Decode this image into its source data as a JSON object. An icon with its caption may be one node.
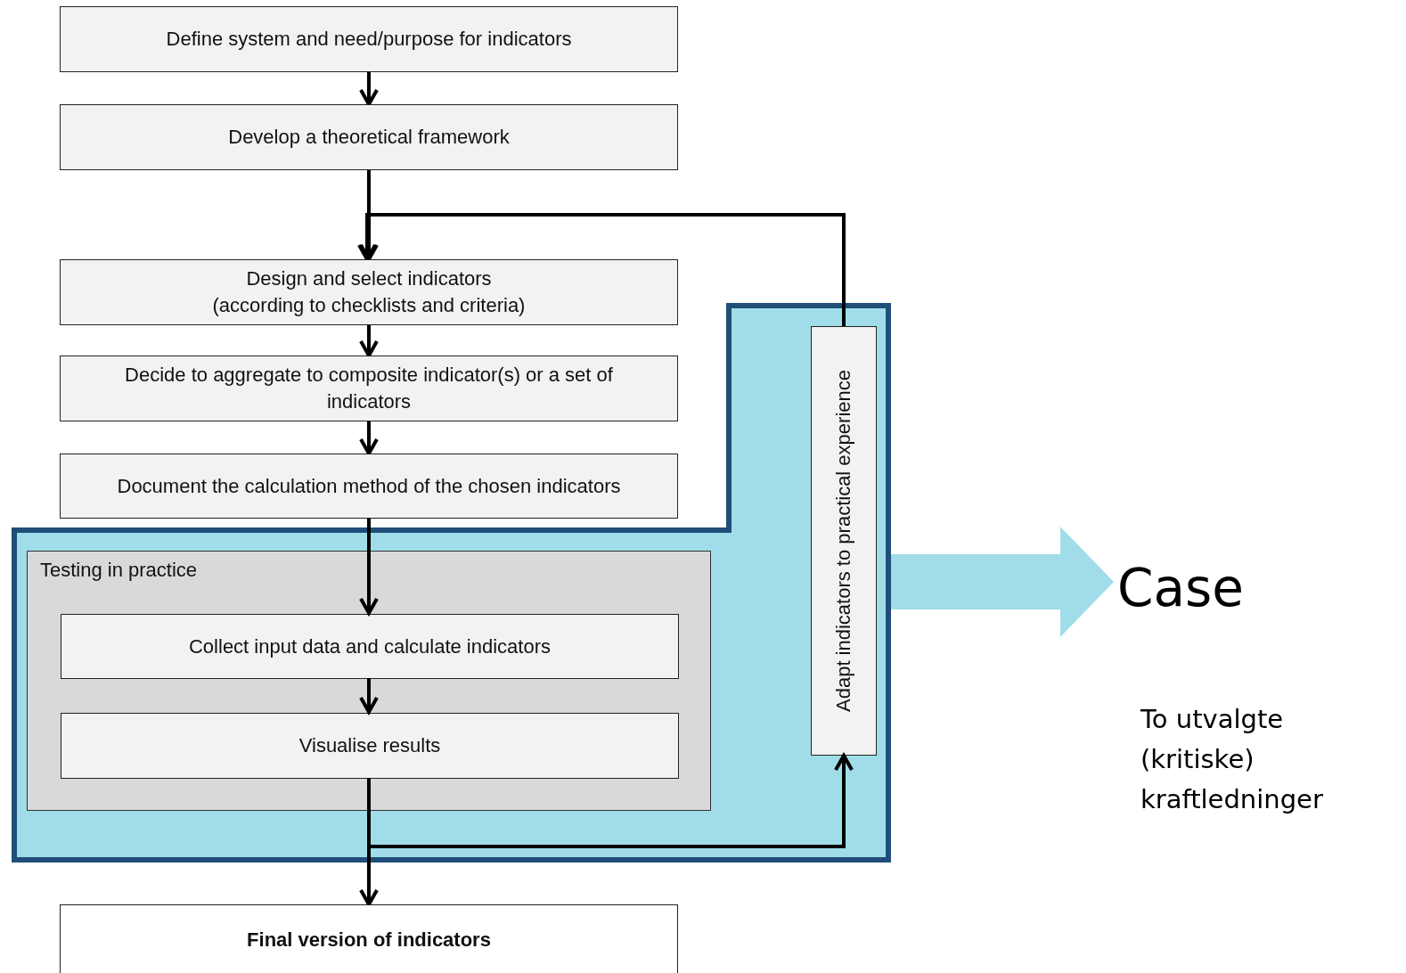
{
  "diagram": {
    "nodes": [
      {
        "text": [
          "Define system and need/purpose for indicators"
        ]
      },
      {
        "text": [
          "Develop a theoretical framework"
        ]
      },
      {
        "text": [
          "Design and select indicators (according to checklists and criteria)"
        ]
      },
      {
        "text": [
          "Decide to aggregate to composite indicator(s) or a set of indicators"
        ]
      },
      {
        "text": [
          "Document the calculation method of the chosen indicators"
        ]
      },
      {
        "text": [],
        "shape": "band"
      },
      {
        "text": [
          "Testing in practice"
        ],
        "in": 5
      },
      {
        "text": [
          "Collect input data and calculate indicators"
        ],
        "in": 6
      },
      {
        "text": [
          "Visualise results"
        ],
        "in": 6
      },
      {
        "text": [
          "Adapt indicators to practical experience"
        ],
        "in": 5
      },
      {
        "text": [
          "Final version of indicators"
        ]
      },
      {
        "text": [
          "Case"
        ]
      }
    ],
    "edges": [
      {
        "from": 0,
        "to": 1,
        "arrow": "to"
      },
      {
        "from": 1,
        "to": 2,
        "arrow": "to"
      },
      {
        "from": 9,
        "to": 2,
        "arrow": "to"
      },
      {
        "from": 2,
        "to": 3,
        "arrow": "to"
      },
      {
        "from": 3,
        "to": 4,
        "arrow": "to"
      },
      {
        "from": 4,
        "to": 7,
        "arrow": "to"
      },
      {
        "from": 7,
        "to": 8,
        "arrow": "to"
      },
      {
        "from": 8,
        "to": 10,
        "arrow": "to"
      },
      {
        "from": 8,
        "to": 9,
        "arrow": "to"
      },
      {
        "from": 5,
        "to": 11,
        "arrow": "to",
        "style": "thick",
        "color": "#a0dde9"
      }
    ],
    "labels": [
      "To utvalgte (kritiske) kraftledninger"
    ]
  }
}
